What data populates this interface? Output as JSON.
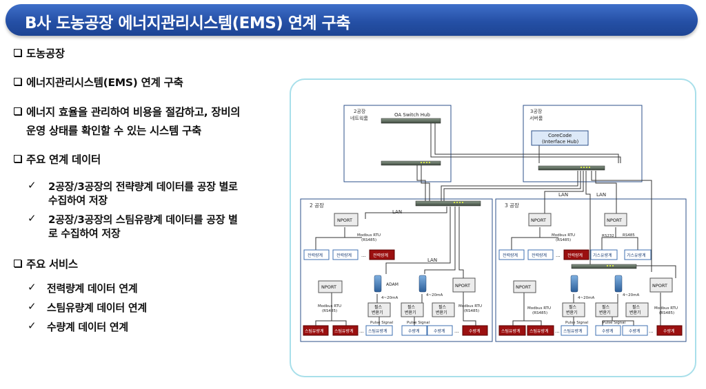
{
  "title": "B사 도농공장 에너지관리시스템(EMS) 연계 구축",
  "bullets": {
    "b1": "도농공장",
    "b2": "에너지관리시스템(EMS) 연계 구축",
    "b3_l1": "에너지 효율을 관리하여 비용을 절감하고, 장비의",
    "b3_l2": "운영 상태를 확인할 수 있는 시스템 구축",
    "b4": "주요 연계 데이터",
    "d1_l1": "2공장/3공장의 전략량계 데이터를 공장 별로",
    "d1_l2": "수집하여 저장",
    "d2_l1": "2공장/3공장의 스팀유량계 데이터를 공장 별",
    "d2_l2": "로 수집하여 저장",
    "b5": "주요 서비스",
    "s1": "전력량계 데이터 연계",
    "s2": "스팀유량계 데이터 연계",
    "s3": "수량계 데이터 연계"
  },
  "check_mark": "✓",
  "diagram": {
    "net2_l1": "2공장",
    "net2_l2": "네트웍룸",
    "oa_switch": "OA Switch Hub",
    "srv3_l1": "3공장",
    "srv3_l2": "서버룸",
    "corecode_l1": "CoreCode",
    "corecode_l2": "(Interface Hub)",
    "lan": "LAN",
    "f2": "2 공장",
    "f3": "3 공장",
    "nport": "NPORT",
    "modbus": "Modbus RTU",
    "rs485": "(RS485)",
    "rs232": "RS232",
    "rs485b": "RS485",
    "power_meter": "전력량계",
    "steam_meter": "스팀유량계",
    "gas_meter": "가스유량계",
    "water_meter": "수량계",
    "pulse_l1": "펄스",
    "pulse_l2": "변환기",
    "pulse_signal": "Pulse Signal",
    "adam": "ADAM",
    "ma": "4~20mA",
    "dots": "..."
  }
}
